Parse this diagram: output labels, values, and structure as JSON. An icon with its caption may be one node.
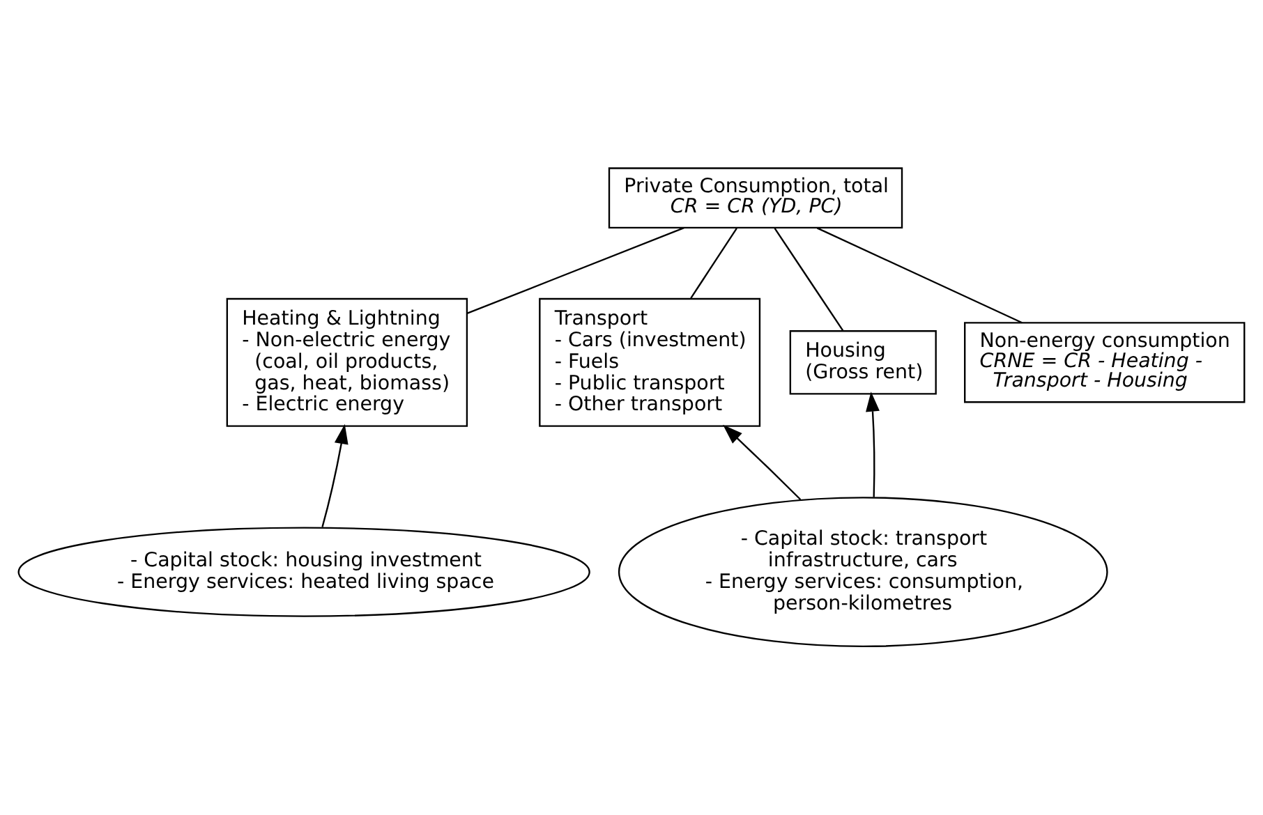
{
  "diagram": {
    "nodes": [
      {
        "text": [
          "Private Consumption, total",
          "CR = CR (YD, PC)"
        ]
      },
      {
        "text": [
          "Heating & Lightning",
          "- Non-electric energy (coal, oil products, gas, heat, biomass)",
          "- Electric energy"
        ]
      },
      {
        "text": [
          "Transport",
          "- Cars (investment)",
          "- Fuels",
          "- Public transport",
          "- Other transport"
        ]
      },
      {
        "text": [
          "Housing (Gross rent)"
        ]
      },
      {
        "text": [
          "Non-energy consumption",
          "CRNE = CR - Heating - Transport - Housing"
        ]
      },
      {
        "text": [
          "- Capital stock: housing investment",
          "- Energy services: heated living space"
        ]
      },
      {
        "text": [
          "- Capital stock: transport infrastructure, cars",
          "- Energy services: consumption, person-kilometres"
        ]
      }
    ],
    "edges": [
      {
        "from": 0,
        "to": 1,
        "arrow": "none"
      },
      {
        "from": 0,
        "to": 2,
        "arrow": "none"
      },
      {
        "from": 0,
        "to": 3,
        "arrow": "none"
      },
      {
        "from": 0,
        "to": 4,
        "arrow": "none"
      },
      {
        "from": 5,
        "to": 1,
        "arrow": "to"
      },
      {
        "from": 6,
        "to": 2,
        "arrow": "to"
      },
      {
        "from": 6,
        "to": 3,
        "arrow": "to"
      }
    ]
  }
}
